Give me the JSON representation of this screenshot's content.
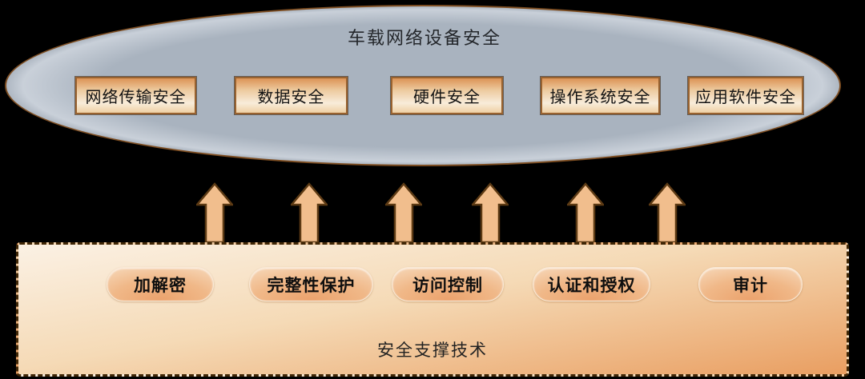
{
  "diagram": {
    "ellipse": {
      "title": "车载网络设备安全",
      "boxes": [
        {
          "label": "网络传输安全"
        },
        {
          "label": "数据安全"
        },
        {
          "label": "硬件安全"
        },
        {
          "label": "操作系统安全"
        },
        {
          "label": "应用软件安全"
        }
      ]
    },
    "arrows": {
      "count": 6,
      "direction": "up",
      "icon": "up-arrow-icon"
    },
    "support": {
      "title": "安全支撑技术",
      "pills": [
        {
          "label": "加解密"
        },
        {
          "label": "完整性保护"
        },
        {
          "label": "访问控制"
        },
        {
          "label": "认证和授权"
        },
        {
          "label": "审计"
        }
      ]
    },
    "colors": {
      "background": "#000000",
      "ellipse_fill": "#A9B3BF",
      "ellipse_border": "#7E4E22",
      "box_border": "#99622F",
      "box_gradient_top": "#DC9355",
      "box_gradient_bottom": "#EFD0A4",
      "arrow_fill": "#F1BE8D",
      "arrow_stroke": "#5C3A14",
      "panel_light": "#FBF1E4",
      "panel_dark": "#E99E61",
      "panel_border": "#3F2606",
      "pill_center": "#EBA26C",
      "pill_edge": "#FDF2E6",
      "text": "#1A1A1A"
    }
  }
}
